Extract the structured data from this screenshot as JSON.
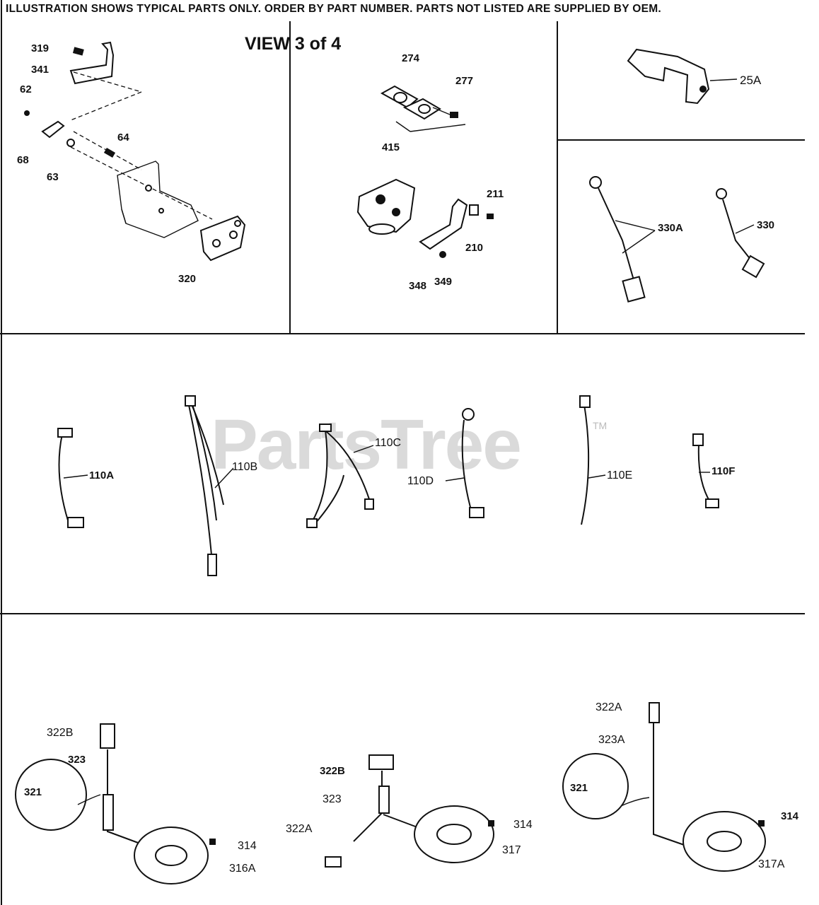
{
  "header": "ILLUSTRATION SHOWS TYPICAL PARTS ONLY. ORDER BY PART NUMBER. PARTS NOT LISTED ARE SUPPLIED BY OEM.",
  "view_label": "VIEW 3 of 4",
  "watermark": "PartsTree",
  "trademark": "TM",
  "callouts": {
    "p319": "319",
    "p341": "341",
    "p62": "62",
    "p68": "68",
    "p63": "63",
    "p64": "64",
    "p320": "320",
    "p274": "274",
    "p277": "277",
    "p415": "415",
    "p211": "211",
    "p210": "210",
    "p348": "348",
    "p349": "349",
    "p25A": "25A",
    "p330A": "330A",
    "p330": "330",
    "p110A": "110A",
    "p110B": "110B",
    "p110C": "110C",
    "p110D": "110D",
    "p110E": "110E",
    "p110F": "110F",
    "p322B_1": "322B",
    "p323_1": "323",
    "p321_1": "321",
    "p314_1": "314",
    "p316A": "316A",
    "p322B_2": "322B",
    "p323_2": "323",
    "p322A_2": "322A",
    "p314_2": "314",
    "p317": "317",
    "p322A_3": "322A",
    "p323A": "323A",
    "p321_3": "321",
    "p314_3": "314",
    "p317A": "317A"
  }
}
